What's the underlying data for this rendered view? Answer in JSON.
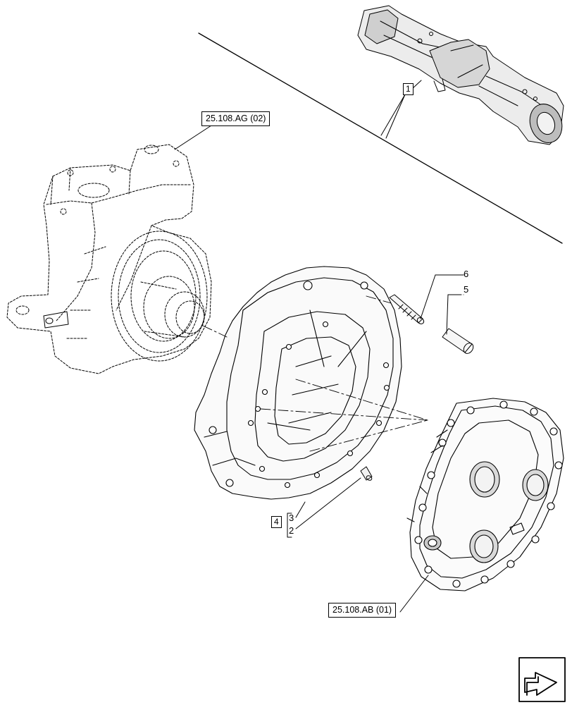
{
  "callouts": {
    "item_1": "1",
    "item_2": "2",
    "item_3": "3",
    "item_4": "4",
    "item_5": "5",
    "item_6": "6"
  },
  "references": {
    "steering_knuckle": "25.108.AG (02)",
    "planetary_carrier": "25.108.AB (01)"
  },
  "nav_icon": "arrow-next-page-icon"
}
